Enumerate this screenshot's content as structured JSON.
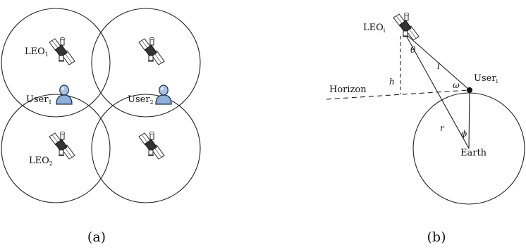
{
  "panel_a": {
    "caption": "(a)",
    "leo1": {
      "base": "LEO",
      "sub": "1"
    },
    "leo2": {
      "base": "LEO",
      "sub": "2"
    },
    "user1": {
      "base": "User",
      "sub": "1"
    },
    "user2": {
      "base": "User",
      "sub": "2"
    },
    "icons": {
      "satellite": "satellite-icon",
      "user": "user-icon"
    }
  },
  "panel_b": {
    "caption": "(b)",
    "leo": {
      "base": "LEO",
      "sub": "i"
    },
    "user": {
      "base": "User",
      "sub": "i"
    },
    "horizon": "Horizon",
    "earth": "Earth",
    "theta": "θ",
    "l": "l",
    "h": "h",
    "omega": "ω",
    "r": "r",
    "phi": "ϕ"
  },
  "colors": {
    "line": "#222222",
    "user_fill": "#8fb0d8",
    "user_stroke": "#1f3550"
  }
}
